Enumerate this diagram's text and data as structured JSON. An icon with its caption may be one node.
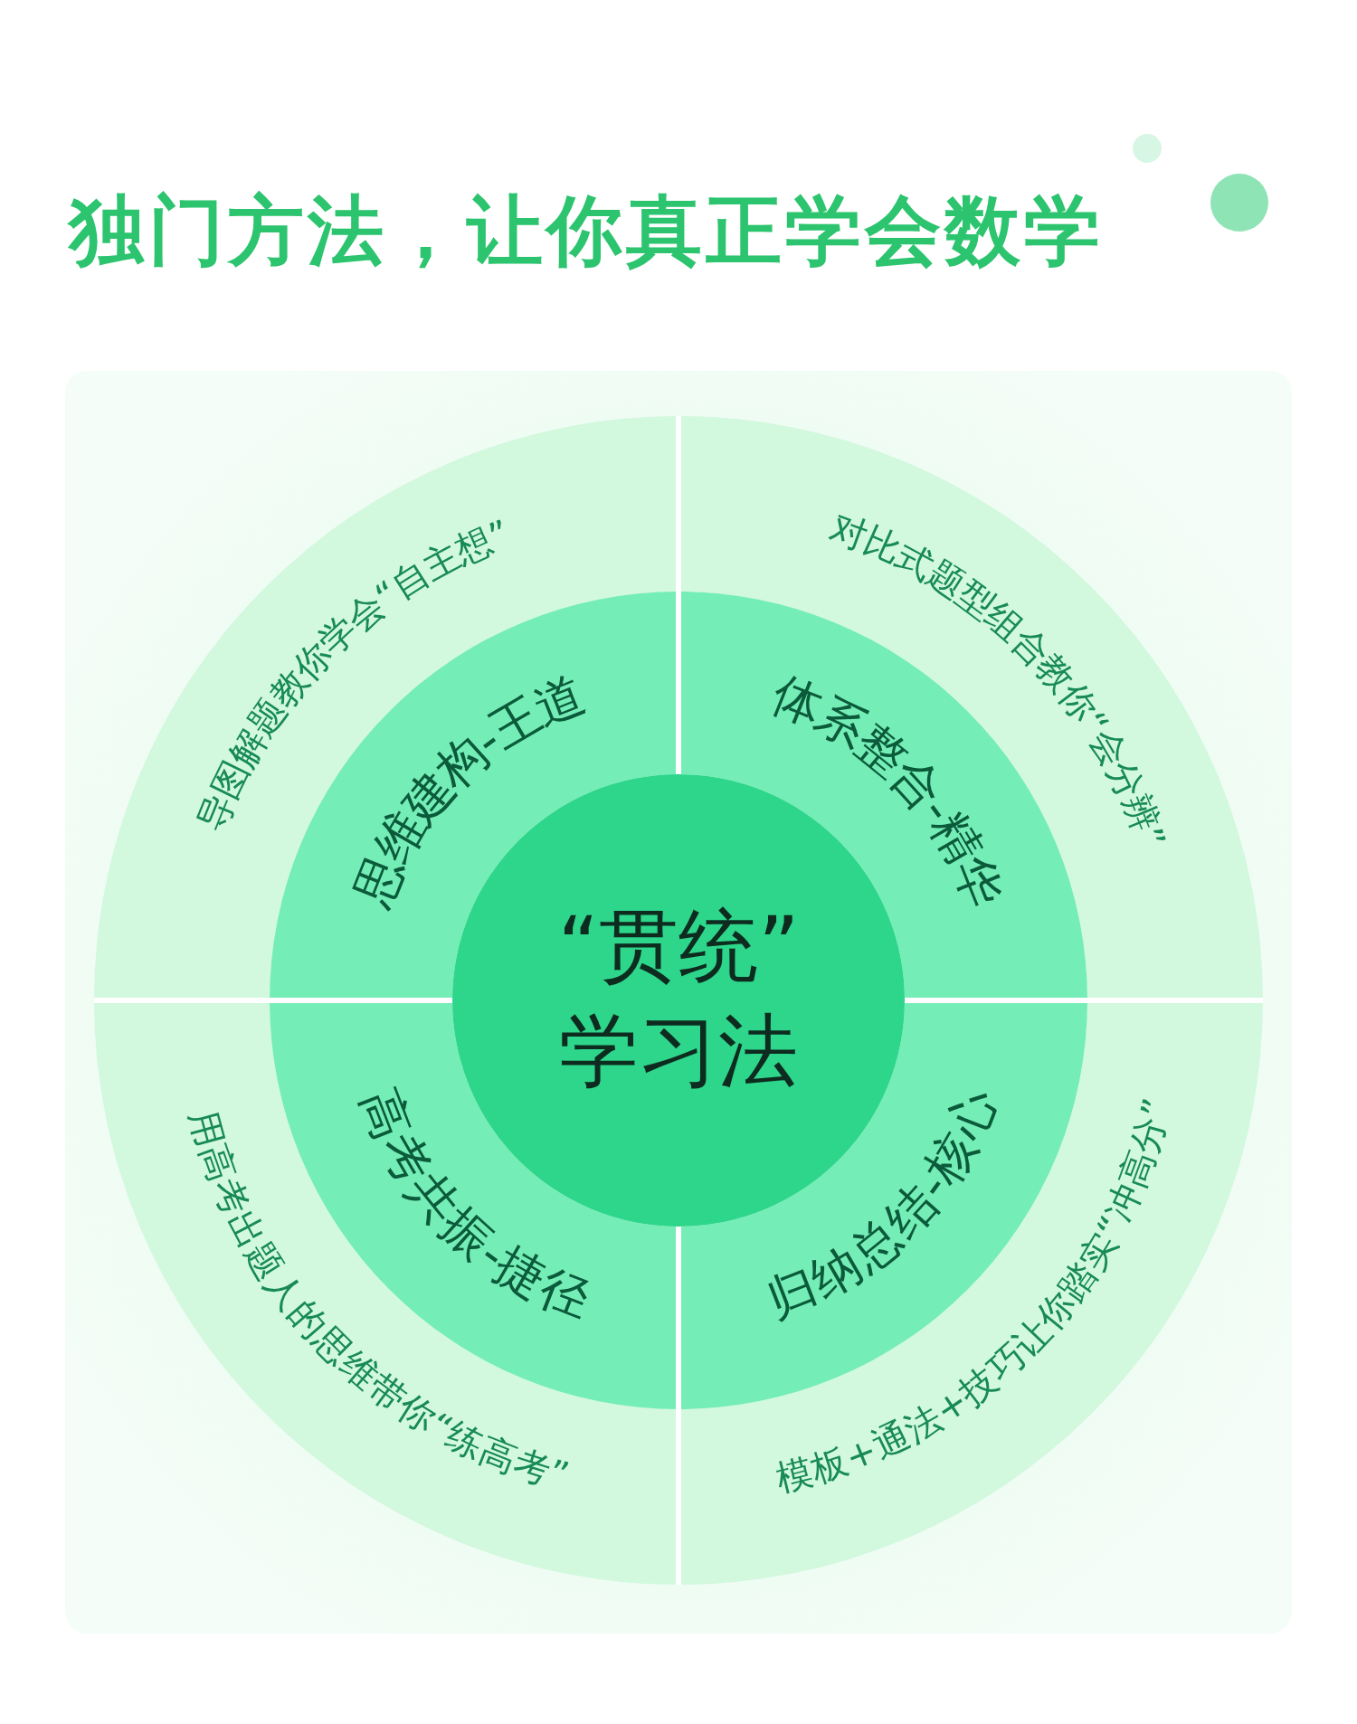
{
  "diagram": {
    "title": "独门方法，让你真正学会数学",
    "nodes": [
      {
        "text": [
          "“贯统”学习法"
        ]
      },
      {
        "text": [
          "思维建构-王道"
        ]
      },
      {
        "text": [
          "体系整合-精华"
        ]
      },
      {
        "text": [
          "高考共振-捷径"
        ]
      },
      {
        "text": [
          "归纳总结-核心"
        ]
      },
      {
        "text": [
          "导图解题教你学会“自主想”"
        ]
      },
      {
        "text": [
          "对比式题型组合教你“会分辨”"
        ]
      },
      {
        "text": [
          "用高考出题人的思维带你“练高考”"
        ]
      },
      {
        "text": [
          "模板+通法+技巧让你踏实“冲高分”"
        ]
      }
    ]
  }
}
